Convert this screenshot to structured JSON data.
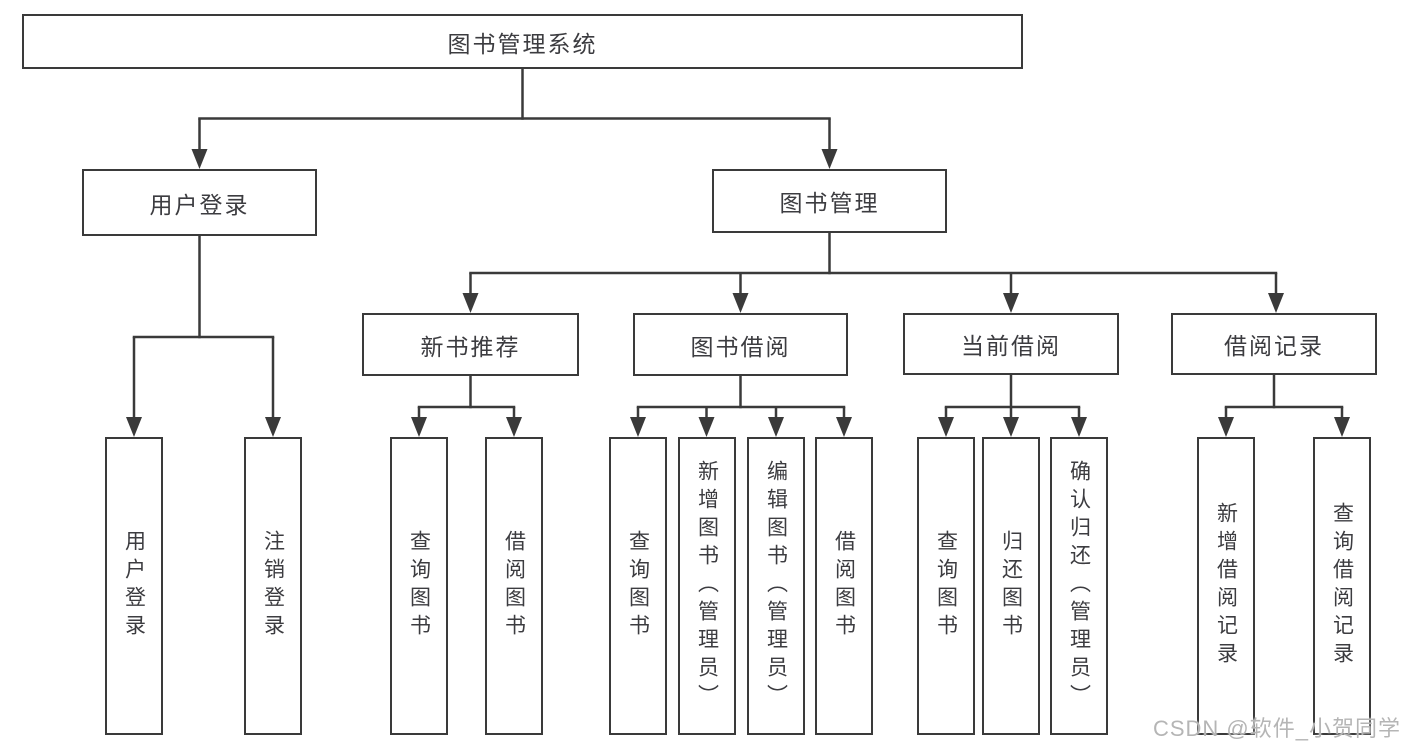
{
  "diagram_title": "图书管理系统",
  "nodes": {
    "root": "图书管理系统",
    "user_login": "用户登录",
    "book_mgmt": "图书管理",
    "login": "用户登录",
    "logout": "注销登录",
    "new_book_rec": "新书推荐",
    "book_borrow": "图书借阅",
    "current_borrow": "当前借阅",
    "borrow_record": "借阅记录",
    "nbr_query_books": "查询图书",
    "nbr_borrow_books": "借阅图书",
    "bb_query_books": "查询图书",
    "bb_add_books": "新增图书（管理员）",
    "bb_edit_books": "编辑图书（管理员）",
    "bb_borrow_books": "借阅图书",
    "cb_query_books": "查询图书",
    "cb_return_books": "归还图书",
    "cb_confirm_return": "确认归还（管理员）",
    "br_add_record": "新增借阅记录",
    "br_query_record": "查询借阅记录"
  },
  "hierarchy": {
    "root": [
      "user_login",
      "book_mgmt"
    ],
    "user_login": [
      "login",
      "logout"
    ],
    "book_mgmt": [
      "new_book_rec",
      "book_borrow",
      "current_borrow",
      "borrow_record"
    ],
    "new_book_rec": [
      "nbr_query_books",
      "nbr_borrow_books"
    ],
    "book_borrow": [
      "bb_query_books",
      "bb_add_books",
      "bb_edit_books",
      "bb_borrow_books"
    ],
    "current_borrow": [
      "cb_query_books",
      "cb_return_books",
      "cb_confirm_return"
    ],
    "borrow_record": [
      "br_add_record",
      "br_query_record"
    ]
  },
  "watermark": "CSDN @软件_小贺同学",
  "colors": {
    "line": "#3a3a3a",
    "text": "#3c3c40",
    "background": "#ffffff",
    "watermark": "#b5b5b5"
  }
}
